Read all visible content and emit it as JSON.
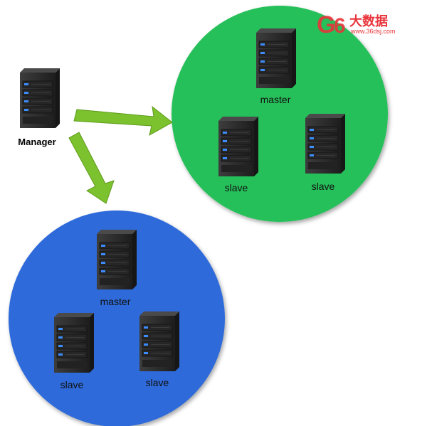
{
  "manager": {
    "label": "Manager"
  },
  "clusters": [
    {
      "name": "green-cluster",
      "color": "#27c05a",
      "master_label": "master",
      "slave_labels": [
        "slave",
        "slave"
      ]
    },
    {
      "name": "blue-cluster",
      "color": "#2f6bd9",
      "master_label": "master",
      "slave_labels": [
        "slave",
        "slave"
      ]
    }
  ],
  "arrow_color": "#7cc22e",
  "logo": {
    "mark": "G6",
    "brand": "大数据",
    "url": "www.36dsj.com"
  }
}
